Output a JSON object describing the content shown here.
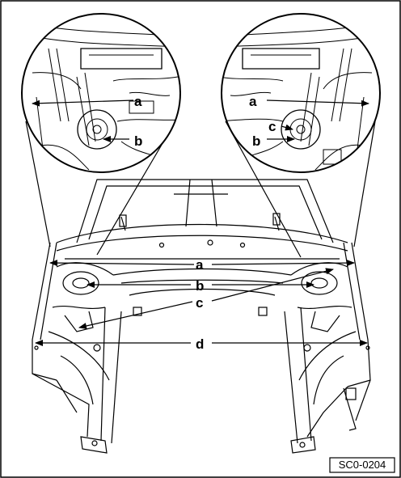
{
  "figure": {
    "figure_code": "SC0-0204",
    "labels": {
      "a": "a",
      "b": "b",
      "c": "c",
      "d": "d"
    },
    "colors": {
      "ink": "#000000",
      "paper": "#ffffff"
    }
  }
}
